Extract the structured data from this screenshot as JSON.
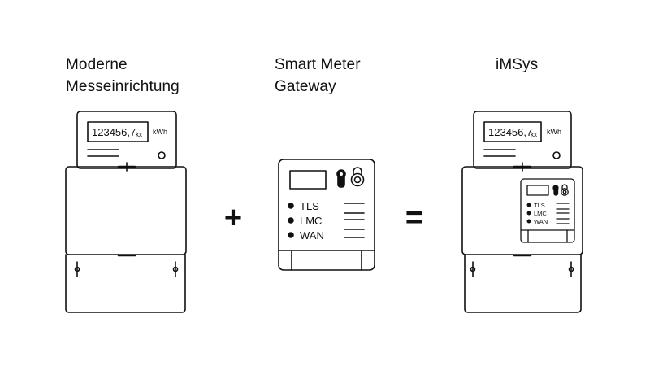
{
  "headings": {
    "modern_meter": [
      "Moderne",
      "Messeinrichtung"
    ],
    "gateway": [
      "Smart Meter",
      "Gateway"
    ],
    "imsys": [
      "iMSys"
    ]
  },
  "meter": {
    "reading": "123456,7",
    "reading_suffix": "kx",
    "unit": "kWh"
  },
  "gateway_labels": [
    "TLS",
    "LMC",
    "WAN"
  ],
  "operators": {
    "plus": "+",
    "equals": "="
  },
  "icons": {
    "lock": "lock-icon",
    "padlock": "padlock-icon",
    "dot": "led-dot-icon"
  }
}
